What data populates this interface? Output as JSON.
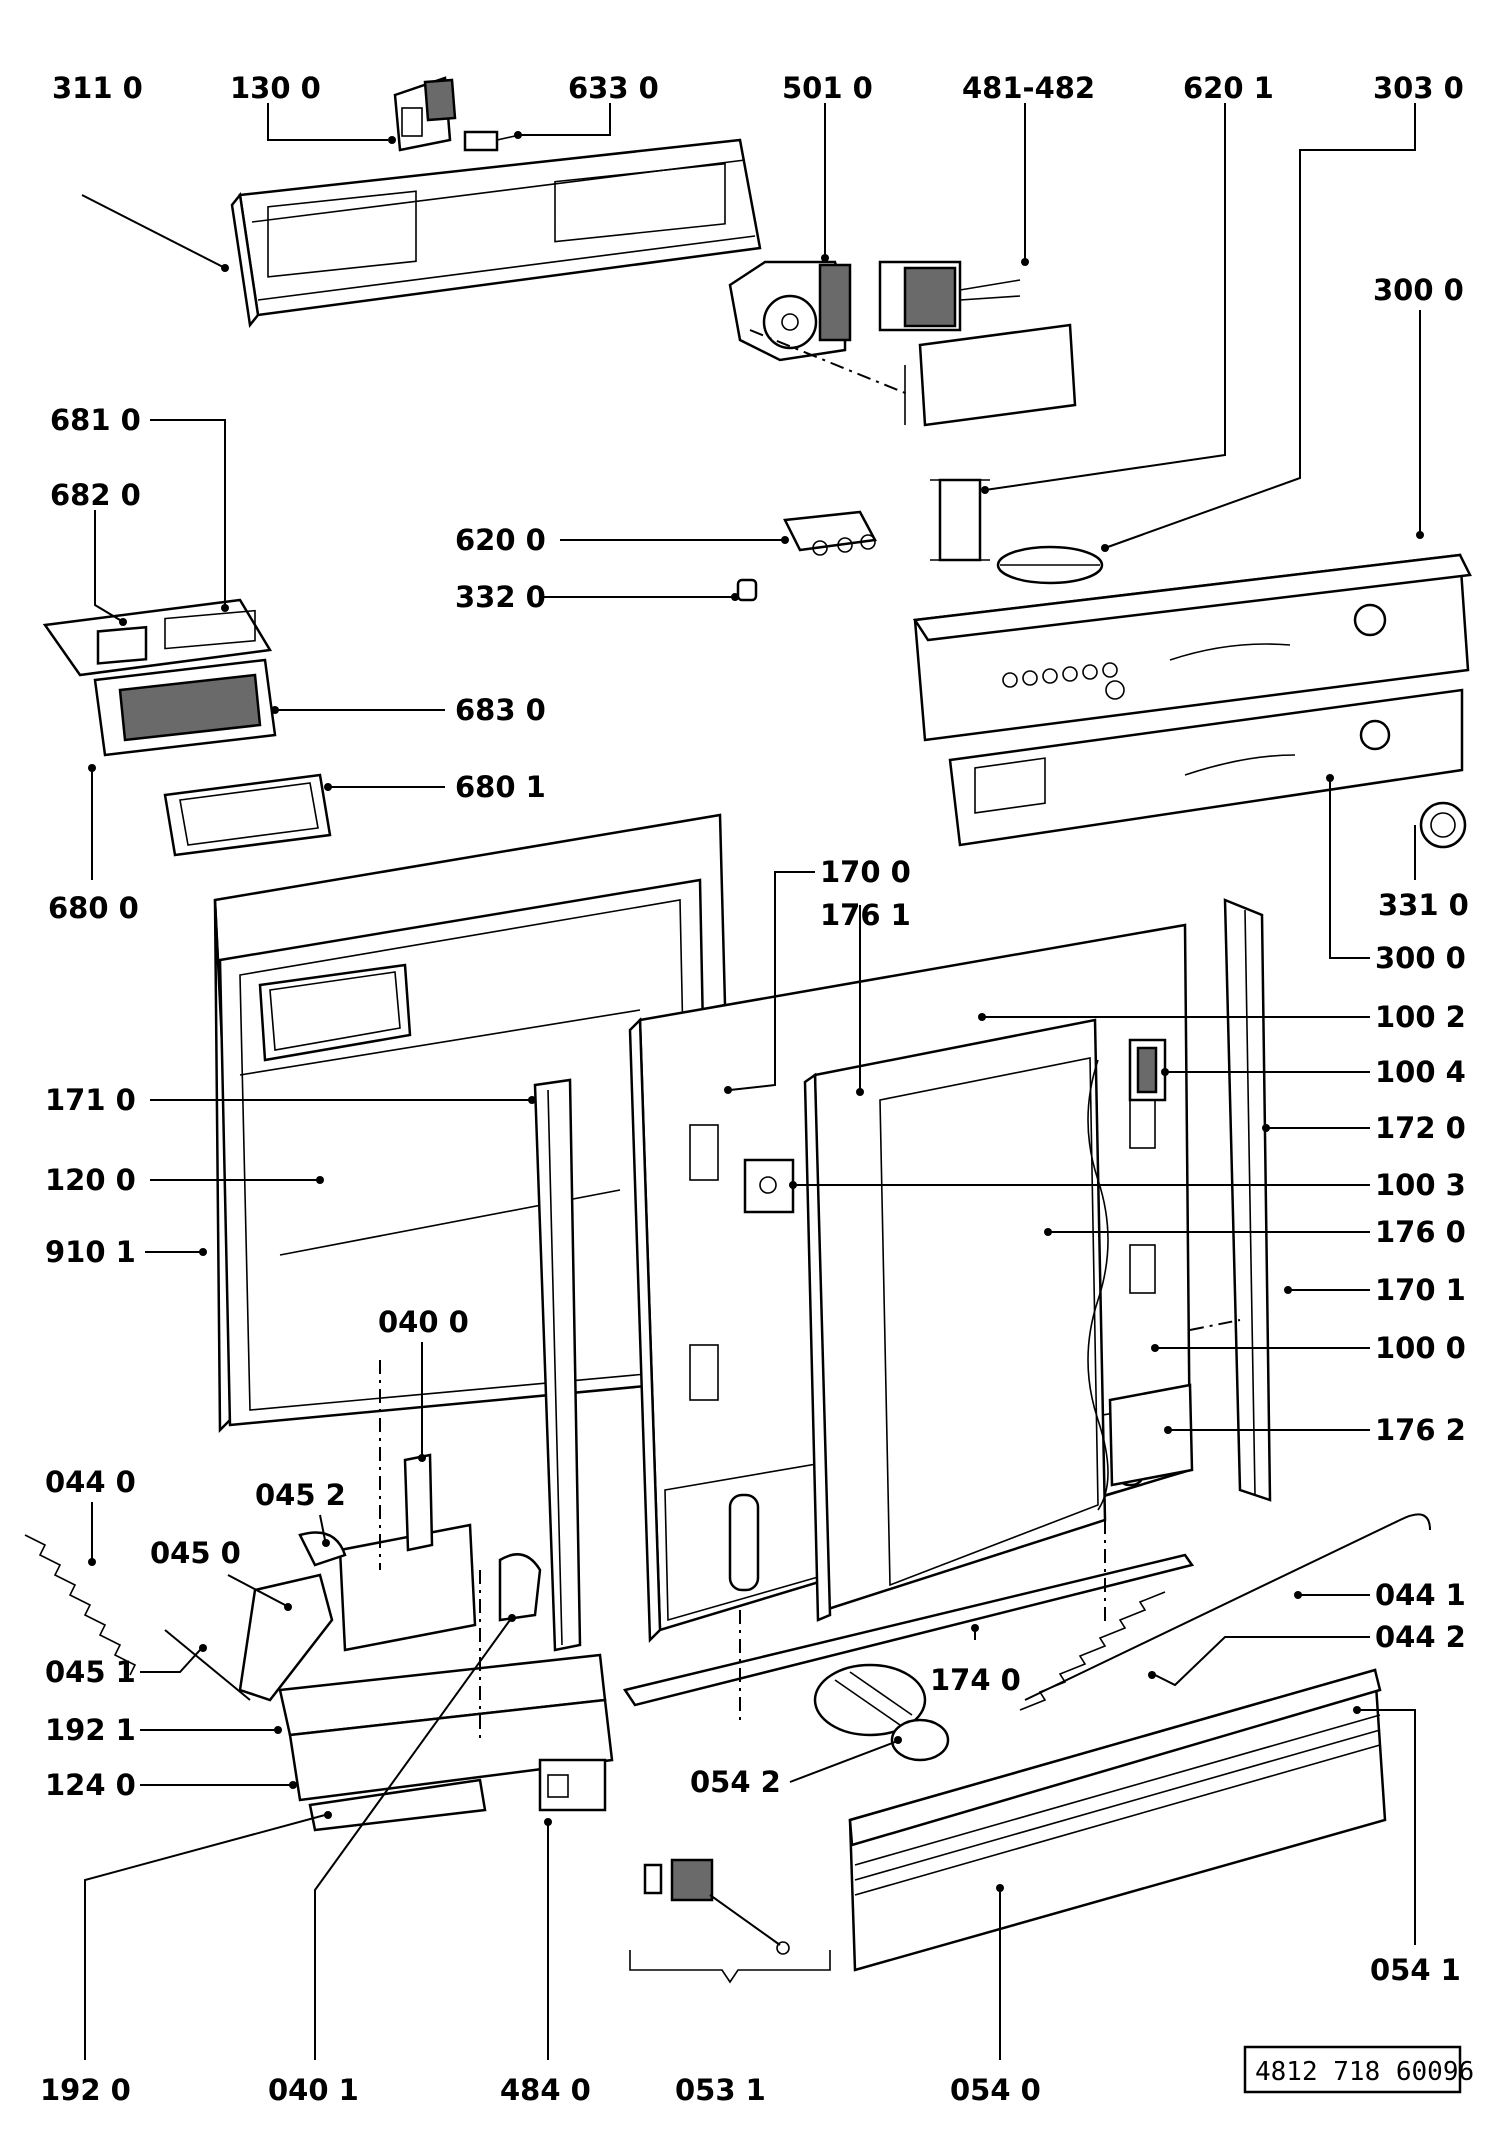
{
  "drawing": {
    "reference_number": "4812 718 60096",
    "callouts": {
      "c311_0": "311 0",
      "c130_0": "130 0",
      "c633_0": "633 0",
      "c501_0": "501 0",
      "c481_482": "481-482",
      "c620_1": "620 1",
      "c303_0": "303 0",
      "c300_0_top": "300 0",
      "c681_0": "681 0",
      "c682_0": "682 0",
      "c620_0": "620 0",
      "c332_0": "332 0",
      "c683_0": "683 0",
      "c680_1": "680 1",
      "c680_0": "680 0",
      "c170_0": "170 0",
      "c176_1": "176 1",
      "c331_0": "331 0",
      "c300_0_mid": "300 0",
      "c100_2": "100 2",
      "c100_4": "100 4",
      "c171_0": "171 0",
      "c172_0": "172 0",
      "c100_3": "100 3",
      "c120_0": "120 0",
      "c176_0": "176 0",
      "c910_1": "910 1",
      "c170_1": "170 1",
      "c040_0": "040 0",
      "c100_0": "100 0",
      "c176_2": "176 2",
      "c044_0": "044 0",
      "c045_2": "045 2",
      "c045_0": "045 0",
      "c044_1": "044 1",
      "c044_2": "044 2",
      "c045_1": "045 1",
      "c174_0": "174 0",
      "c192_1": "192 1",
      "c054_2": "054 2",
      "c124_0": "124 0",
      "c054_1": "054 1",
      "c192_0": "192 0",
      "c040_1": "040 1",
      "c484_0": "484 0",
      "c053_1": "053 1",
      "c054_0": "054 0"
    }
  }
}
